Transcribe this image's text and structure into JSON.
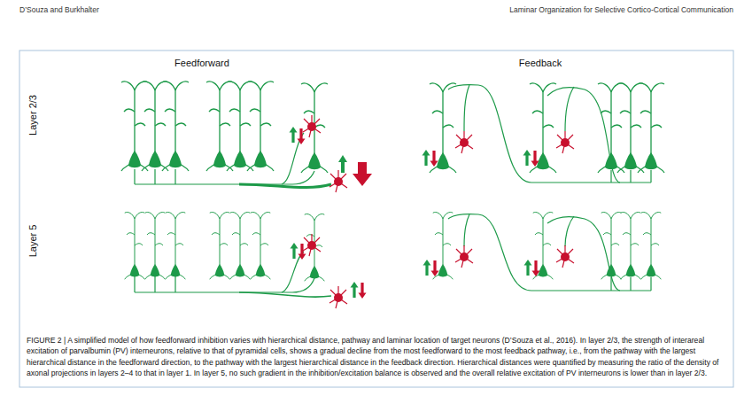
{
  "diagram": {
    "caption": "FIGURE 2 | A simplified model of how feedforward inhibition varies with hierarchical distance, pathway and laminar location of target neurons (D’Souza et al., 2016). In layer 2/3, the strength of interareal excitation of parvalbumin (PV) interneurons, relative to that of pyramidal cells, shows a gradual decline from the most feedforward to the most feedback pathway, i.e., from the pathway with the largest hierarchical distance in the feedforward direction, to the pathway with the largest hierarchical distance in the feedback direction. Hierarchical distances were quantified by measuring the ratio of the density of axonal projections in layers 2–4 to that in layer 1. In layer 5, no such gradient in the inhibition/excitation balance is observed and the overall relative excitation of PV interneurons is lower than in layer 2/3.",
    "labels": [
      "D’Souza and Burkhalter",
      "Laminar Organization for Selective Cortico-Cortical Communication",
      "Feedforward",
      "Feedback",
      "Layer 2/3",
      "Layer 5"
    ]
  }
}
